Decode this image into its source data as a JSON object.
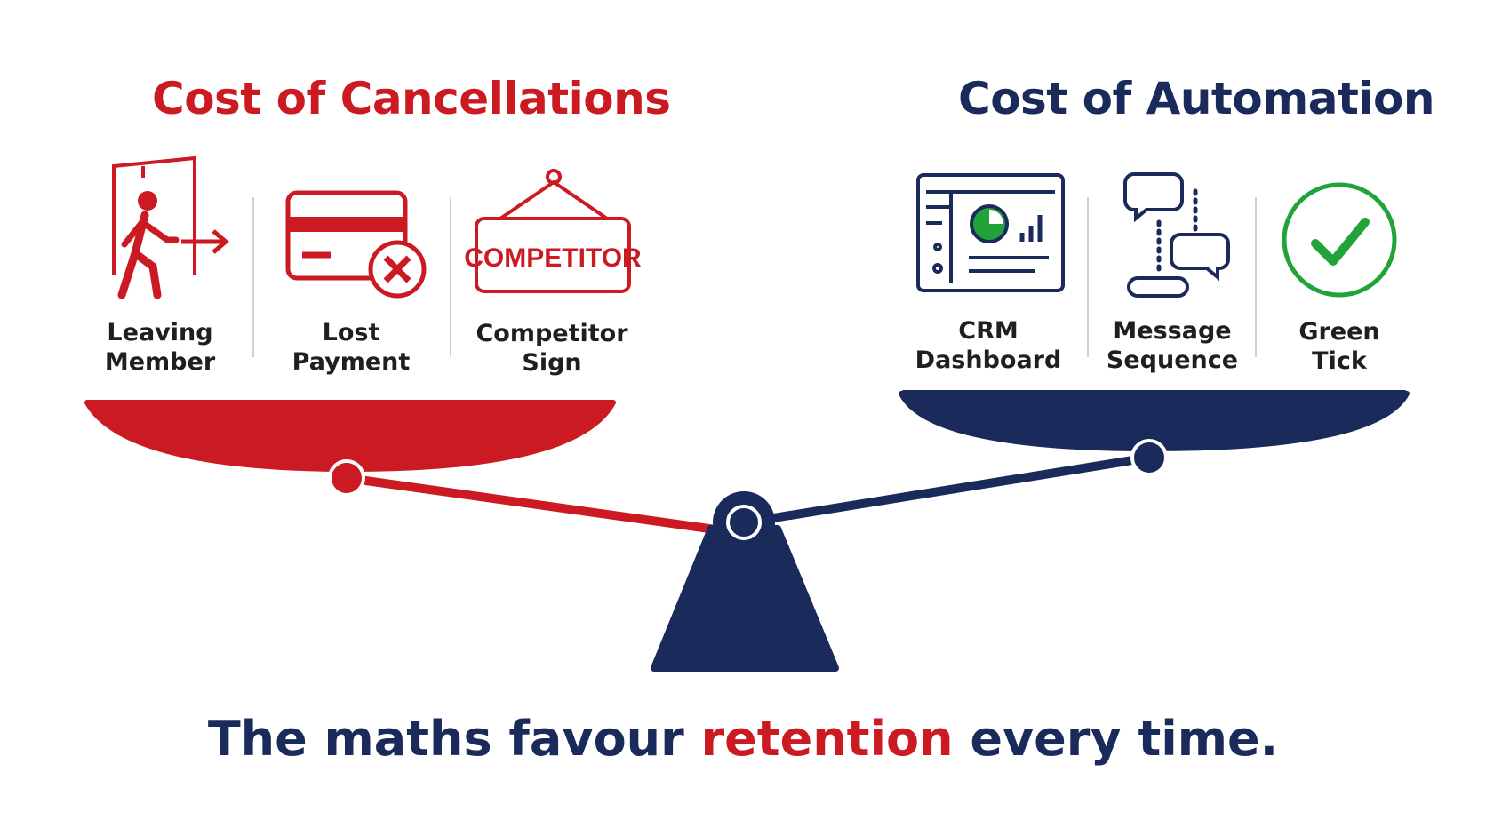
{
  "left": {
    "title": "Cost of Cancellations",
    "items": [
      {
        "icon": "leaving-member-icon",
        "line1": "Leaving",
        "line2": "Member"
      },
      {
        "icon": "lost-payment-icon",
        "line1": "Lost",
        "line2": "Payment"
      },
      {
        "icon": "competitor-sign-icon",
        "line1": "Competitor",
        "line2": "Sign",
        "sign_text": "COMPETITOR"
      }
    ]
  },
  "right": {
    "title": "Cost of Automation",
    "items": [
      {
        "icon": "crm-dashboard-icon",
        "line1": "CRM",
        "line2": "Dashboard"
      },
      {
        "icon": "message-sequence-icon",
        "line1": "Message",
        "line2": "Sequence"
      },
      {
        "icon": "green-tick-icon",
        "line1": "Green",
        "line2": "Tick"
      }
    ]
  },
  "tagline": {
    "before": "The maths favour ",
    "accent": "retention",
    "after": " every time."
  },
  "colors": {
    "red": "#cc1a22",
    "navy": "#1a2a5a",
    "green": "#22a33a"
  }
}
